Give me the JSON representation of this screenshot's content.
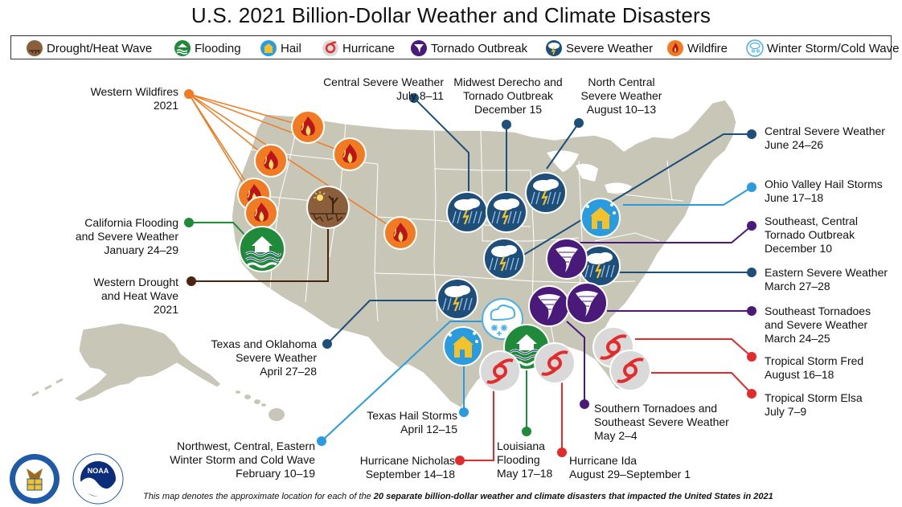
{
  "title": "U.S. 2021 Billion-Dollar Weather and Climate Disasters",
  "legend": [
    {
      "label": "Drought/Heat Wave",
      "icon": "drought-icon"
    },
    {
      "label": "Flooding",
      "icon": "flooding-icon"
    },
    {
      "label": "Hail",
      "icon": "hail-icon"
    },
    {
      "label": "Hurricane",
      "icon": "hurricane-icon"
    },
    {
      "label": "Tornado Outbreak",
      "icon": "tornado-icon"
    },
    {
      "label": "Severe Weather",
      "icon": "severe-weather-icon"
    },
    {
      "label": "Wildfire",
      "icon": "wildfire-icon"
    },
    {
      "label": "Winter Storm/Cold Wave",
      "icon": "winter-storm-icon"
    }
  ],
  "events": {
    "western_wildfires": {
      "line1": "Western Wildfires",
      "line2": "2021"
    },
    "central_severe_jul": {
      "line1": "Central Severe Weather",
      "line2": "July 8–11"
    },
    "midwest_derecho": {
      "line1": "Midwest Derecho and",
      "line2": "Tornado Outbreak",
      "line3": "December 15"
    },
    "north_central": {
      "line1": "North Central",
      "line2": "Severe Weather",
      "line3": "August 10–13"
    },
    "central_severe_jun": {
      "line1": "Central Severe Weather",
      "line2": "June 24–26"
    },
    "ohio_valley_hail": {
      "line1": "Ohio Valley Hail Storms",
      "line2": "June 17–18"
    },
    "southeast_central_tornado": {
      "line1": "Southeast, Central",
      "line2": "Tornado Outbreak",
      "line3": "December 10"
    },
    "eastern_severe": {
      "line1": "Eastern Severe Weather",
      "line2": "March 27–28"
    },
    "southeast_tornadoes": {
      "line1": "Southeast Tornadoes",
      "line2": "and Severe Weather",
      "line3": "March 24–25"
    },
    "ts_fred": {
      "line1": "Tropical Storm Fred",
      "line2": "August 16–18"
    },
    "ts_elsa": {
      "line1": "Tropical Storm Elsa",
      "line2": "July 7–9"
    },
    "california_flooding": {
      "line1": "California Flooding",
      "line2": "and Severe Weather",
      "line3": "January 24–29"
    },
    "western_drought": {
      "line1": "Western Drought",
      "line2": "and Heat Wave",
      "line3": "2021"
    },
    "texas_oklahoma": {
      "line1": "Texas and Oklahoma",
      "line2": "Severe Weather",
      "line3": "April 27–28"
    },
    "texas_hail": {
      "line1": "Texas Hail Storms",
      "line2": "April 12–15"
    },
    "winter_storm": {
      "line1": "Northwest, Central, Eastern",
      "line2": "Winter Storm and Cold Wave",
      "line3": "February 10–19"
    },
    "hurricane_nicholas": {
      "line1": "Hurricane Nicholas",
      "line2": "September 14–18"
    },
    "louisiana_flooding": {
      "line1": "Louisiana",
      "line2": "Flooding",
      "line3": "May 17–18"
    },
    "hurricane_ida": {
      "line1": "Hurricane Ida",
      "line2": "August 29–September 1"
    },
    "southern_tornadoes": {
      "line1": "Southern Tornadoes and",
      "line2": "Southeast Severe Weather",
      "line3": "May 2–4"
    }
  },
  "footer": {
    "prefix": "This map denotes the approximate location for each of the ",
    "bold": "20 separate billion-dollar weather and climate disasters that impacted the United States in 2021"
  },
  "logos": {
    "noaa": "NOAA"
  },
  "colors": {
    "map_fill": "#c8c6b6",
    "wildfire": "#f07b22",
    "flooding": "#1e8a3a",
    "hail": "#2b9be0",
    "hurricane": "#d9d9d9",
    "hurricane_mark": "#e32b2b",
    "tornado": "#4a1a7a",
    "severe": "#1d4f7a",
    "drought": "#8b5e3c",
    "winter": "#4ab0e6"
  }
}
